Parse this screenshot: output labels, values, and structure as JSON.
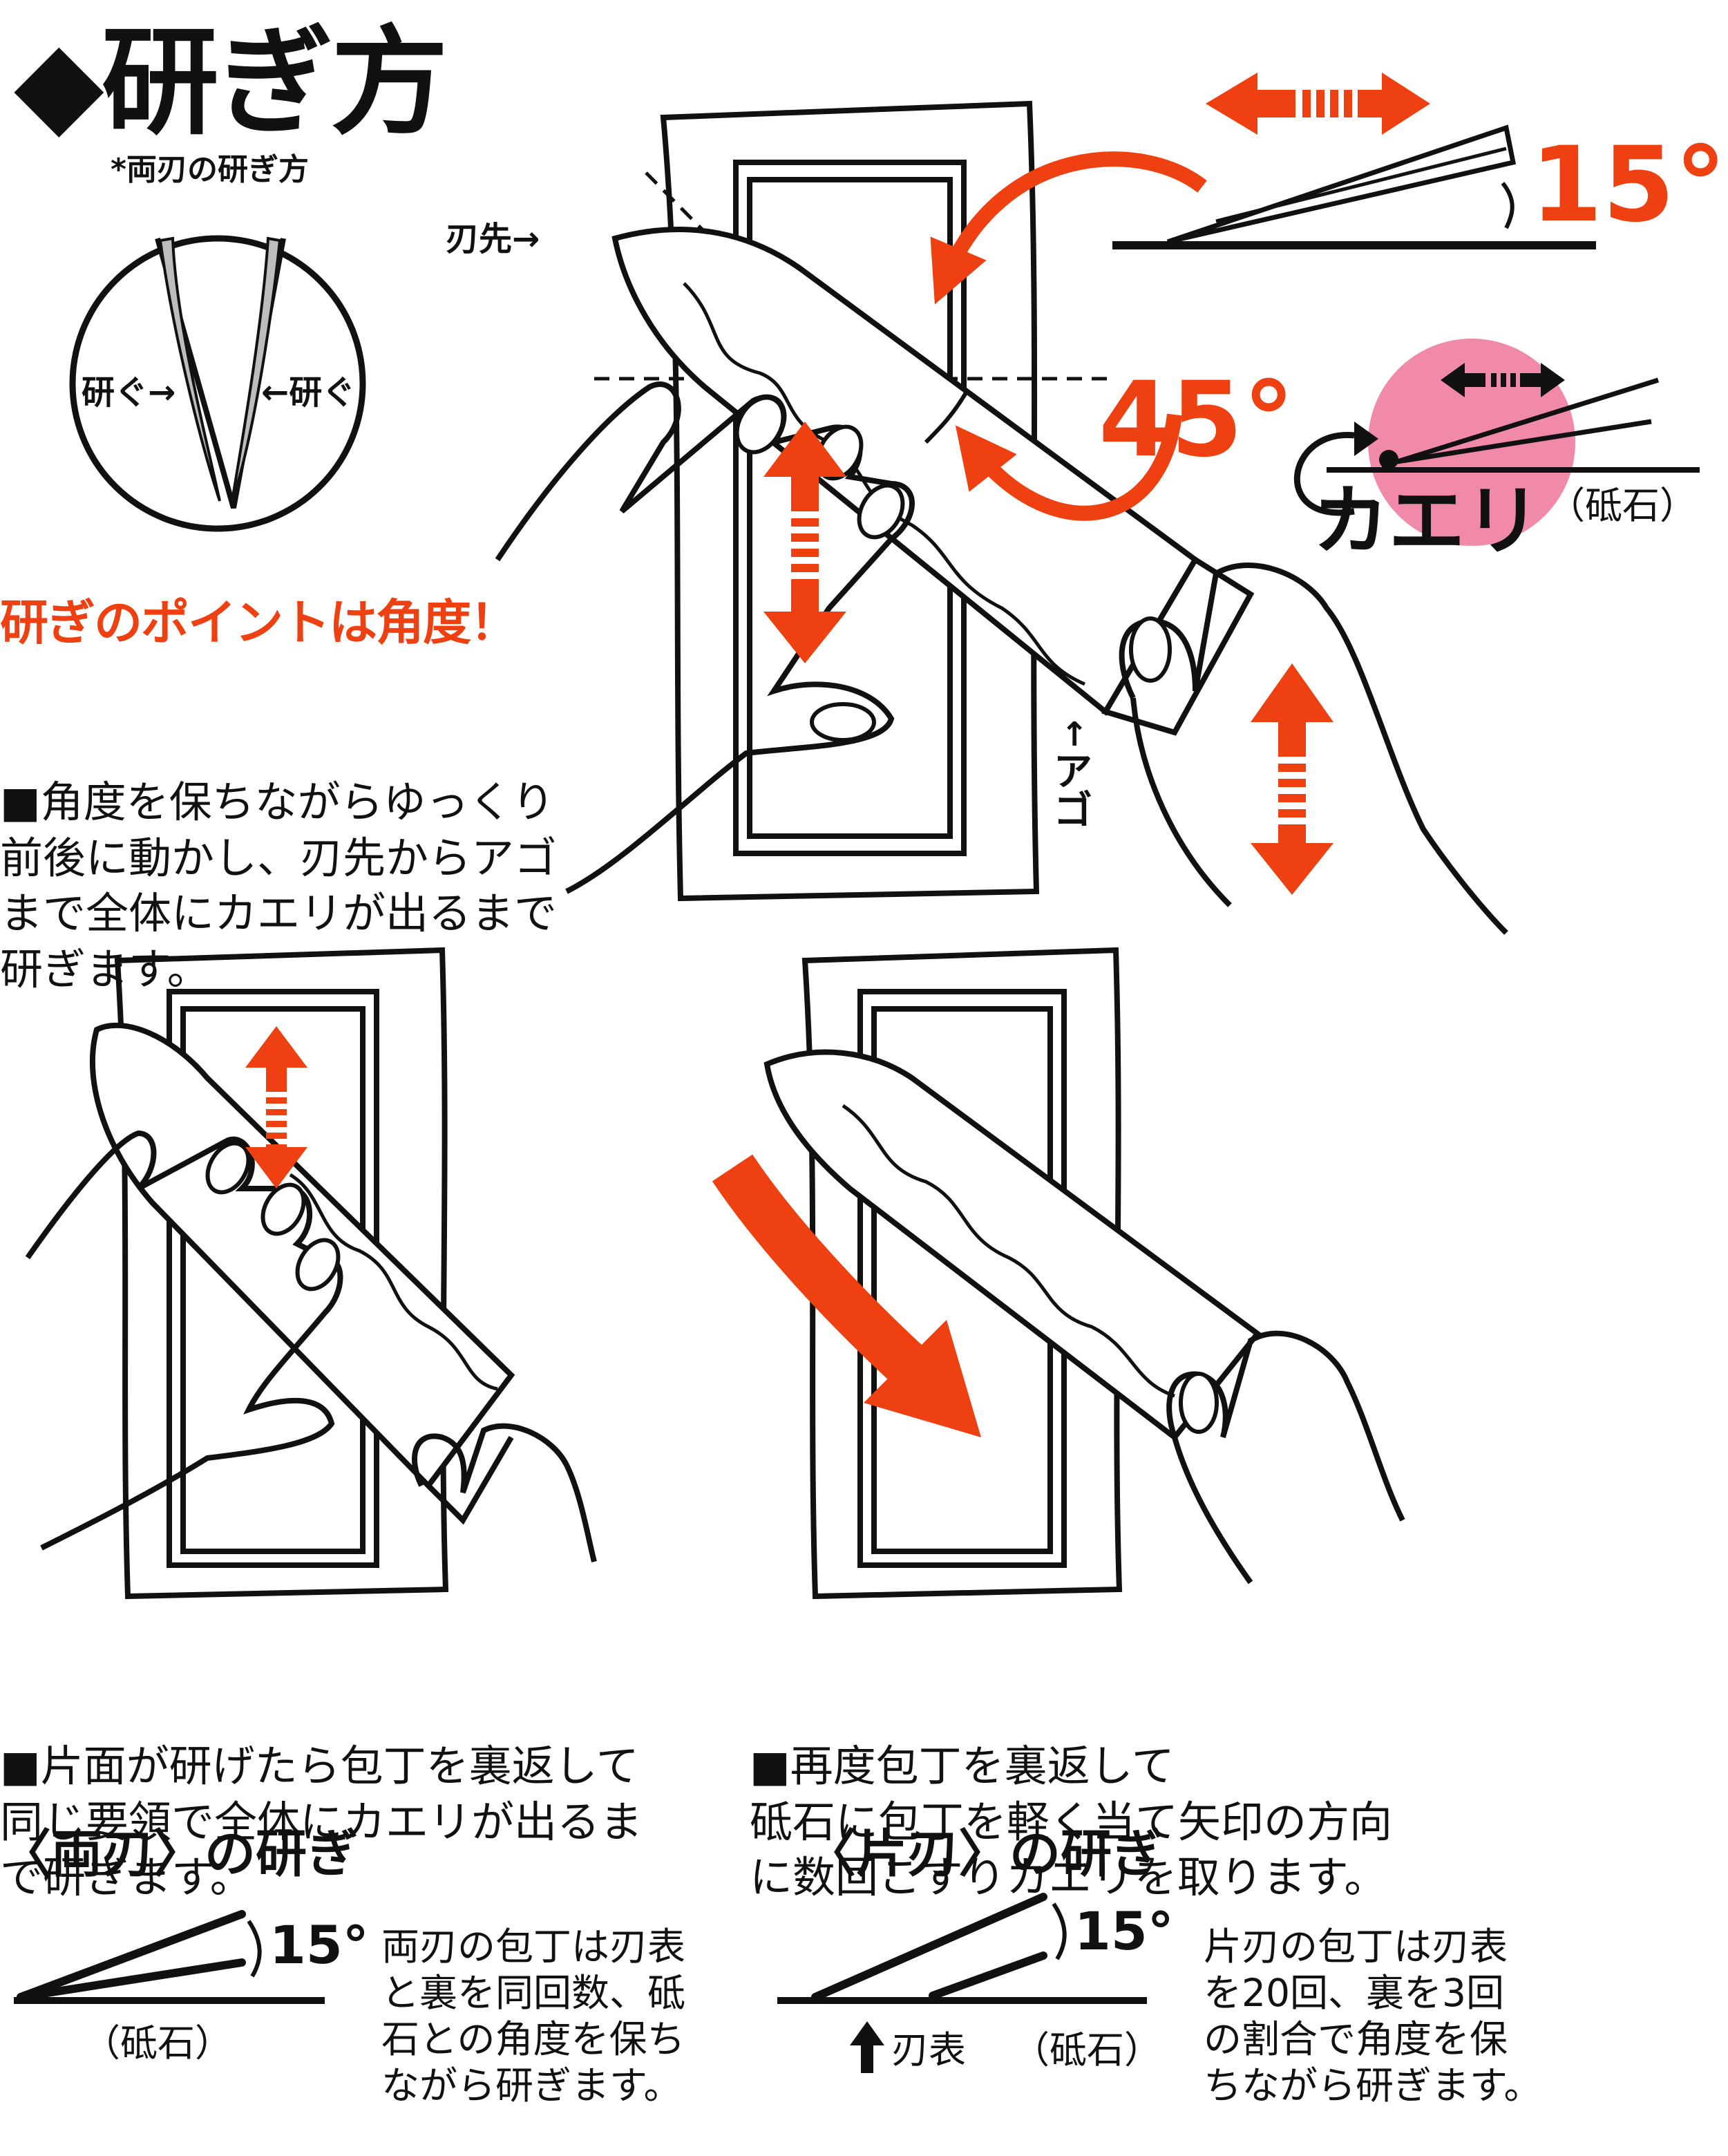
{
  "title": "◆研ぎ方",
  "subtitle": "*両刃の研ぎ方",
  "circle_labels": {
    "left": "研ぐ→",
    "right": "←研ぐ"
  },
  "top_diagram": {
    "hasaki": "刃先→",
    "ago_arrow": "↑",
    "ago": "アゴ",
    "angle_45": "45°",
    "angle_15": "15°",
    "kaeri": "カエリ",
    "toishi": "（砥石）"
  },
  "point_heading": "研ぎのポイントは角度！",
  "step1": [
    "■角度を保ちながらゆっくり",
    "前後に動かし、刃先からアゴ",
    "まで全体にカエリが出るまで",
    "研ぎます。"
  ],
  "step2": [
    "■片面が研げたら包丁を裏返して",
    "同じ要領で全体にカエリが出るま",
    "で研ぎます。"
  ],
  "step3": [
    "■再度包丁を裏返して",
    "砥石に包丁を軽く当て矢印の方向",
    "に数回こすりカエリを取ります。"
  ],
  "ryoba": {
    "heading": "〈両刃〉の研ぎ",
    "desc": [
      "両刃の包丁は刃表",
      "と裏を同回数、砥",
      "石との角度を保ち",
      "ながら研ぎます。"
    ],
    "angle": "15°",
    "toishi": "（砥石）"
  },
  "kataba": {
    "heading": "〈片刃〉の研ぎ",
    "desc": [
      "片刃の包丁は刃表",
      "を20回、裏を3回",
      "の割合で角度を保",
      "ちながら研ぎます。"
    ],
    "angle": "15°",
    "haomote": "刃表",
    "toishi": "（砥石）"
  },
  "colors": {
    "accent": "#ee4010",
    "pink": "#f08aa8",
    "ink": "#111111",
    "gray": "#bdbdbd"
  }
}
